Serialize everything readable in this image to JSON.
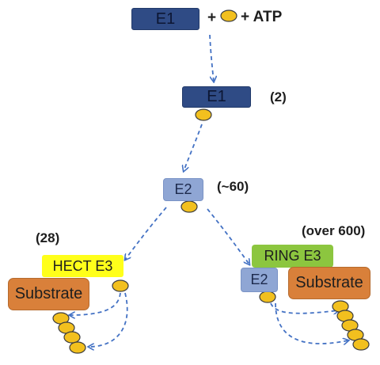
{
  "e1_box_label": "E1",
  "plus_before_ub": "+",
  "plus_atp": "+ ATP",
  "e1_bound_label": "E1",
  "e1_count": "(2)",
  "e2_label": "E2",
  "e2_count": "(~60)",
  "hect_count": "(28)",
  "hect_label": "HECT E3",
  "hect_substrate_label": "Substrate",
  "ring_count": "(over 600)",
  "ring_label": "RING E3",
  "ring_e2_label": "E2",
  "ring_substrate_label": "Substrate",
  "colors": {
    "e1": "#2f4b85",
    "e2": "#8fa6d4",
    "hect_e3": "#ffff1a",
    "ring_e3": "#8cc63f",
    "substrate": "#d9803a",
    "ubiquitin": "#f2c01e",
    "arrow": "#4472c4"
  }
}
